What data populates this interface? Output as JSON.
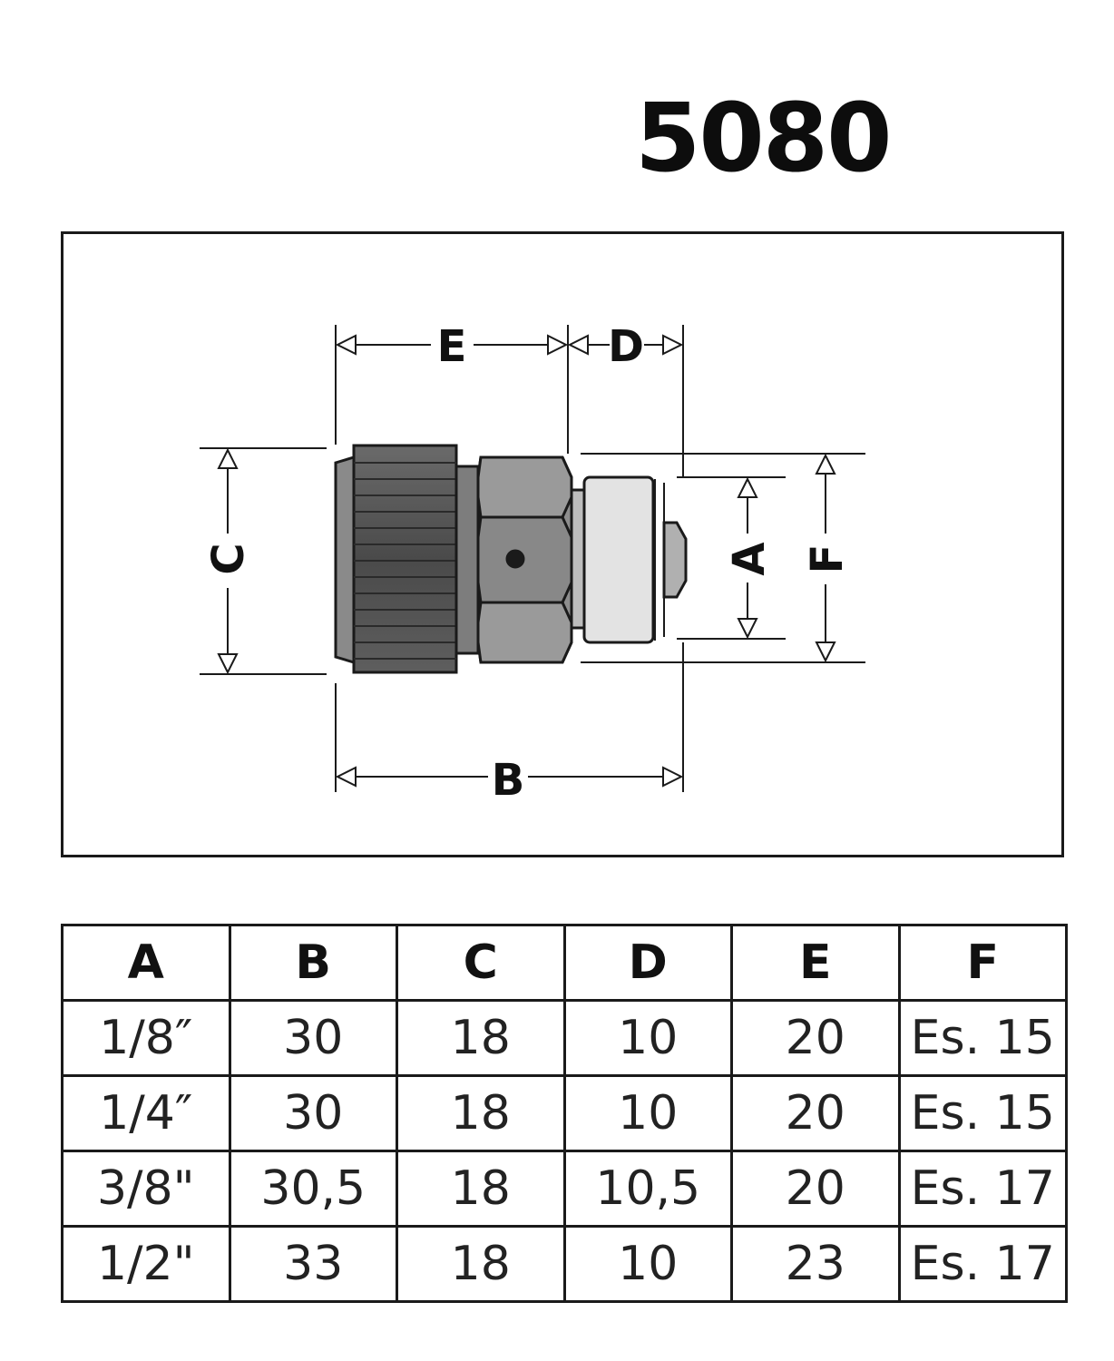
{
  "title": "5080",
  "drawing": {
    "labels": {
      "A": "A",
      "B": "B",
      "C": "C",
      "D": "D",
      "E": "E",
      "F": "F"
    }
  },
  "table": {
    "headers": [
      "A",
      "B",
      "C",
      "D",
      "E",
      "F"
    ],
    "rows": [
      [
        "1/8″",
        "30",
        "18",
        "10",
        "20",
        "Es. 15"
      ],
      [
        "1/4″",
        "30",
        "18",
        "10",
        "20",
        "Es. 15"
      ],
      [
        "3/8\"",
        "30,5",
        "18",
        "10,5",
        "20",
        "Es. 17"
      ],
      [
        "1/2\"",
        "33",
        "18",
        "10",
        "23",
        "Es. 17"
      ]
    ]
  },
  "colors": {
    "line": "#1a1a1a",
    "body_dark": "#5a5a5a",
    "body_mid": "#8c8c8c",
    "body_light": "#d9d9d9"
  }
}
